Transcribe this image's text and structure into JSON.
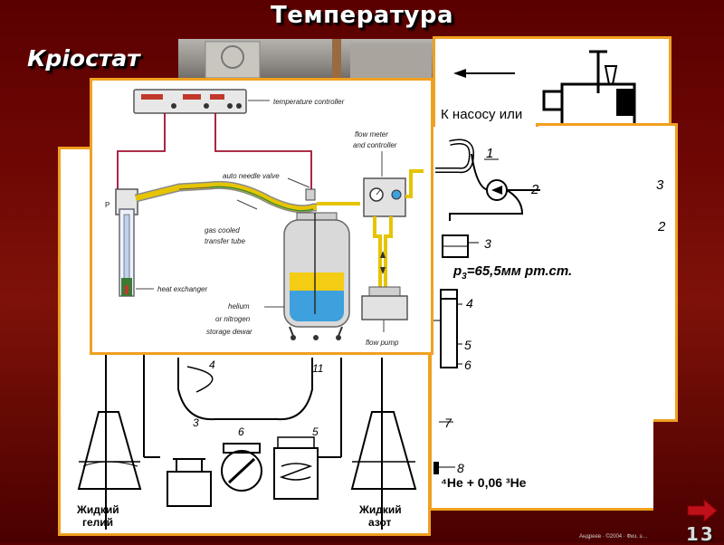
{
  "title": "Температура",
  "subtitle": "Кріостат",
  "left_panel": {
    "liquid_helium": [
      "Жидкий",
      "гелий"
    ],
    "liquid_nitrogen": [
      "Жидкий",
      "азот"
    ],
    "callouts": [
      "4",
      "11",
      "3",
      "6",
      "5"
    ]
  },
  "right_back_panel": {
    "pump_label": "К насосу или"
  },
  "middle_panel": {
    "callouts": [
      "1",
      "2",
      "3",
      "4",
      "5",
      "6",
      "7",
      "8"
    ],
    "pressure": "p",
    "pressure_sub": "3",
    "pressure_value": "=65,5мм рт.ст.",
    "mixture": "⁴He + 0,06 ³He"
  },
  "right_front_panel": {
    "callouts": [
      "3",
      "2",
      "2",
      "1",
      "3",
      "5",
      "4"
    ]
  },
  "front_panel": {
    "temperature_controller": "temperature controller",
    "flow_meter": [
      "flow meter",
      "and controller"
    ],
    "auto_needle_valve": "auto needle valve",
    "gas_cooled": [
      "gas cooled",
      "transfer tube"
    ],
    "heat_exchanger": "heat exchanger",
    "storage": [
      "helium",
      "or nitrogen",
      "storage dewar"
    ],
    "flow_pump": "flow pump"
  },
  "page_number": "13",
  "footer": "Андреев · ©2004 · Физ. э…"
}
